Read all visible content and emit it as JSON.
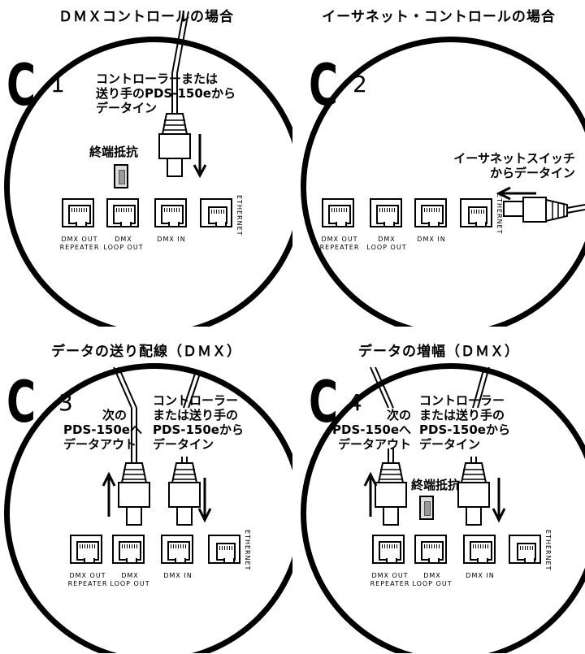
{
  "panels": [
    {
      "heading": "ＤＭＸコントロールの場合",
      "letter": "C",
      "number": "1",
      "callout_lines": [
        "コントローラーまたは",
        "送り手のPDS-150eから",
        "データイン"
      ],
      "terminator_label": "終端抵抗"
    },
    {
      "heading": "イーサネット・コントロールの場合",
      "letter": "C",
      "number": "2",
      "callout_lines": [
        "イーサネットスイッチ",
        "からデータイン"
      ]
    },
    {
      "heading": "データの送り配線（ＤＭＸ）",
      "letter": "C",
      "number": "3",
      "out_lines": [
        "次の",
        "PDS-150eへ",
        "データアウト"
      ],
      "in_lines": [
        "コントローラー",
        "または送り手の",
        "PDS-150eから",
        "データイン"
      ]
    },
    {
      "heading": "データの増幅（ＤＭＸ）",
      "letter": "C",
      "number": "4",
      "out_lines": [
        "次の",
        "PDS-150eへ",
        "データアウト"
      ],
      "in_lines": [
        "コントローラー",
        "または送り手の",
        "PDS-150eから",
        "データイン"
      ],
      "terminator_label": "終端抵抗"
    }
  ],
  "ports": {
    "repeater": [
      "DMX OUT",
      "REPEATER"
    ],
    "loopout": [
      "DMX",
      "LOOP OUT"
    ],
    "dmx_in": "DMX IN",
    "ethernet": "ETHERNET"
  }
}
